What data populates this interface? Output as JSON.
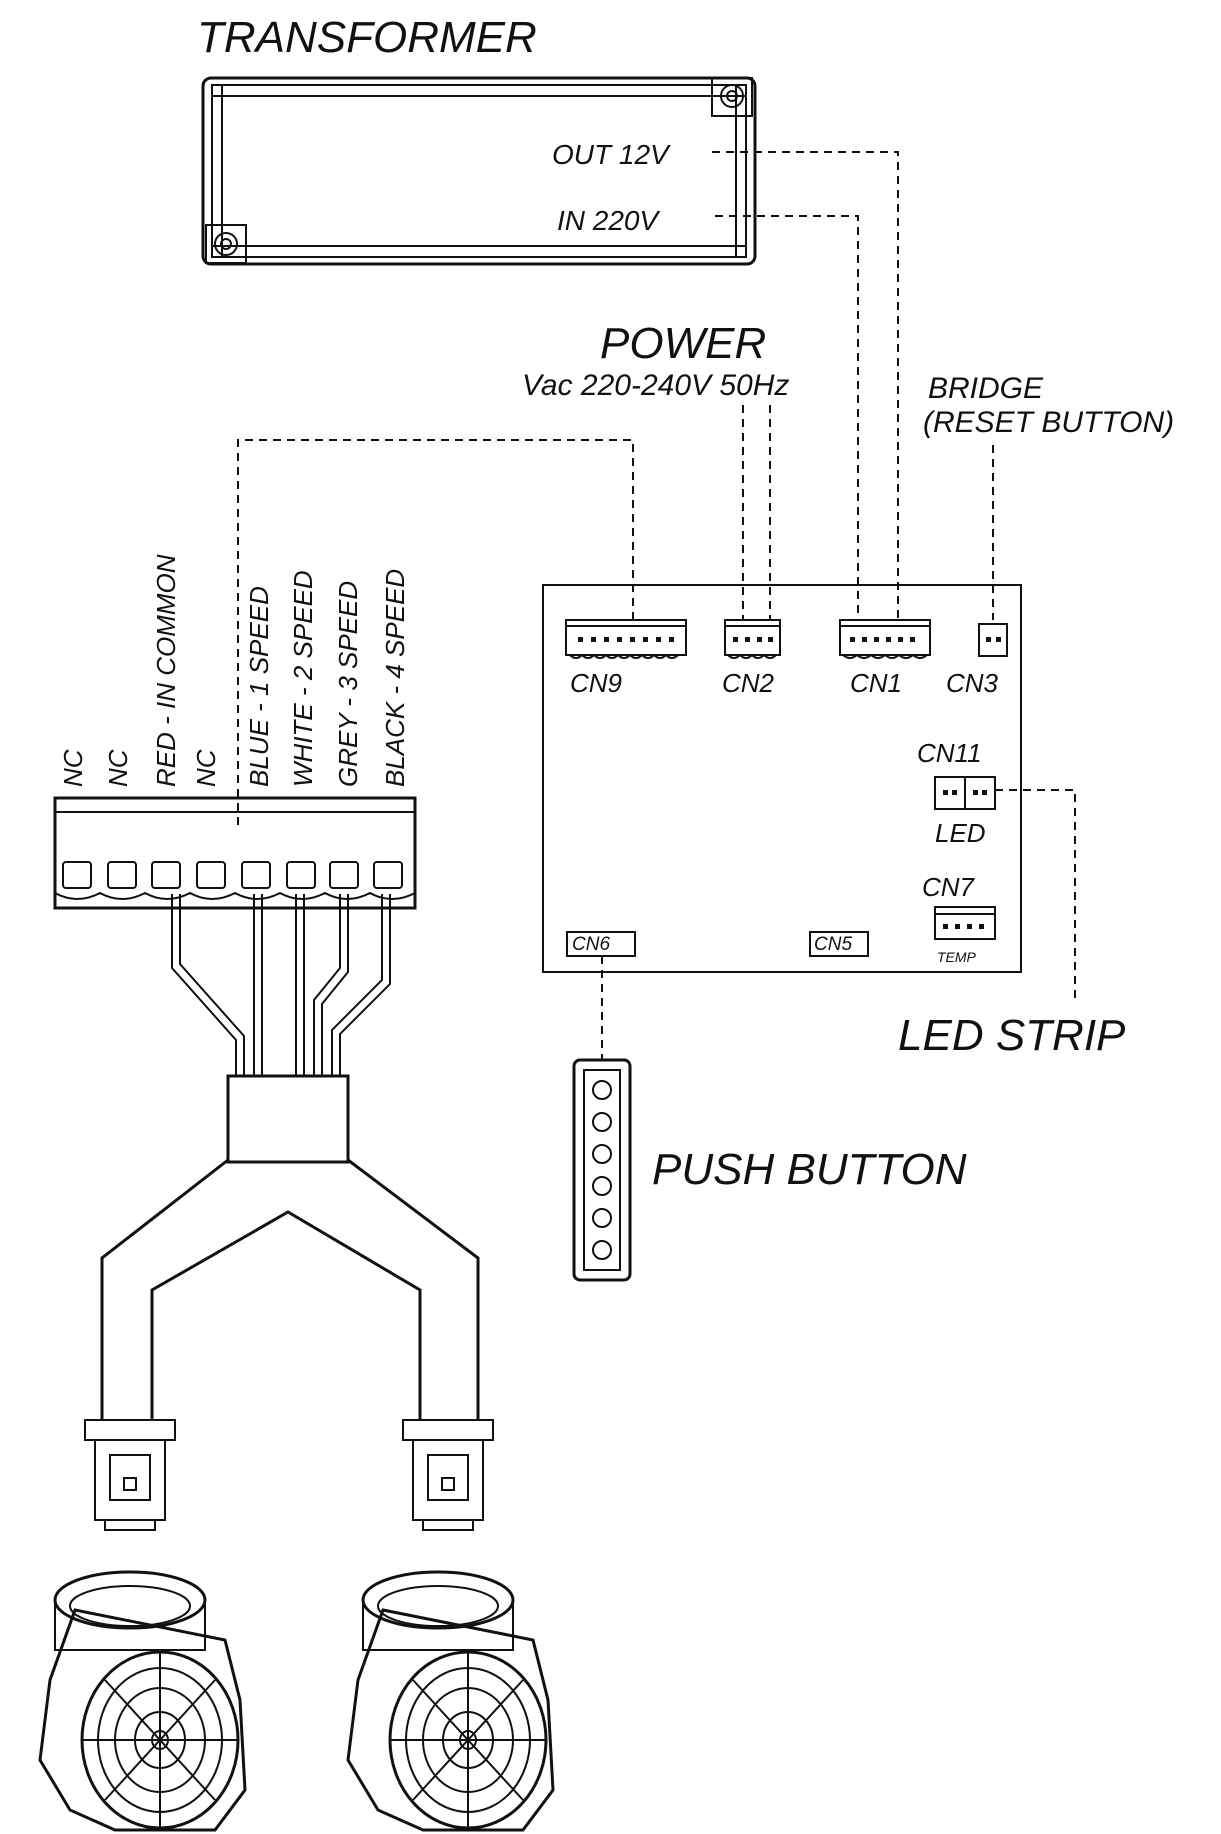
{
  "transformer": {
    "title": "TRANSFORMER",
    "out_label": "OUT 12V",
    "in_label": "IN 220V"
  },
  "power": {
    "title": "POWER",
    "spec": "Vac 220-240V 50Hz"
  },
  "bridge": {
    "line1": "BRIDGE",
    "line2": "(RESET BUTTON)"
  },
  "board": {
    "connectors": {
      "cn9": "CN9",
      "cn2": "CN2",
      "cn1": "CN1",
      "cn3": "CN3",
      "cn11": "CN11",
      "led": "LED",
      "cn7": "CN7",
      "temp": "TEMP",
      "cn6": "CN6",
      "cn5": "CN5"
    }
  },
  "terminal_block": {
    "labels": [
      "NC",
      "NC",
      "RED - IN COMMON",
      "NC",
      "BLUE - 1 SPEED",
      "WHITE  - 2 SPEED",
      "GREY  - 3 SPEED",
      "BLACK - 4 SPEED"
    ]
  },
  "led_strip_label": "LED STRIP",
  "push_button_label": "PUSH BUTTON",
  "icons": [
    "transformer-icon",
    "control-board-icon",
    "terminal-block-icon",
    "push-button-panel-icon",
    "motor-connector-icon",
    "fan-motor-icon"
  ]
}
